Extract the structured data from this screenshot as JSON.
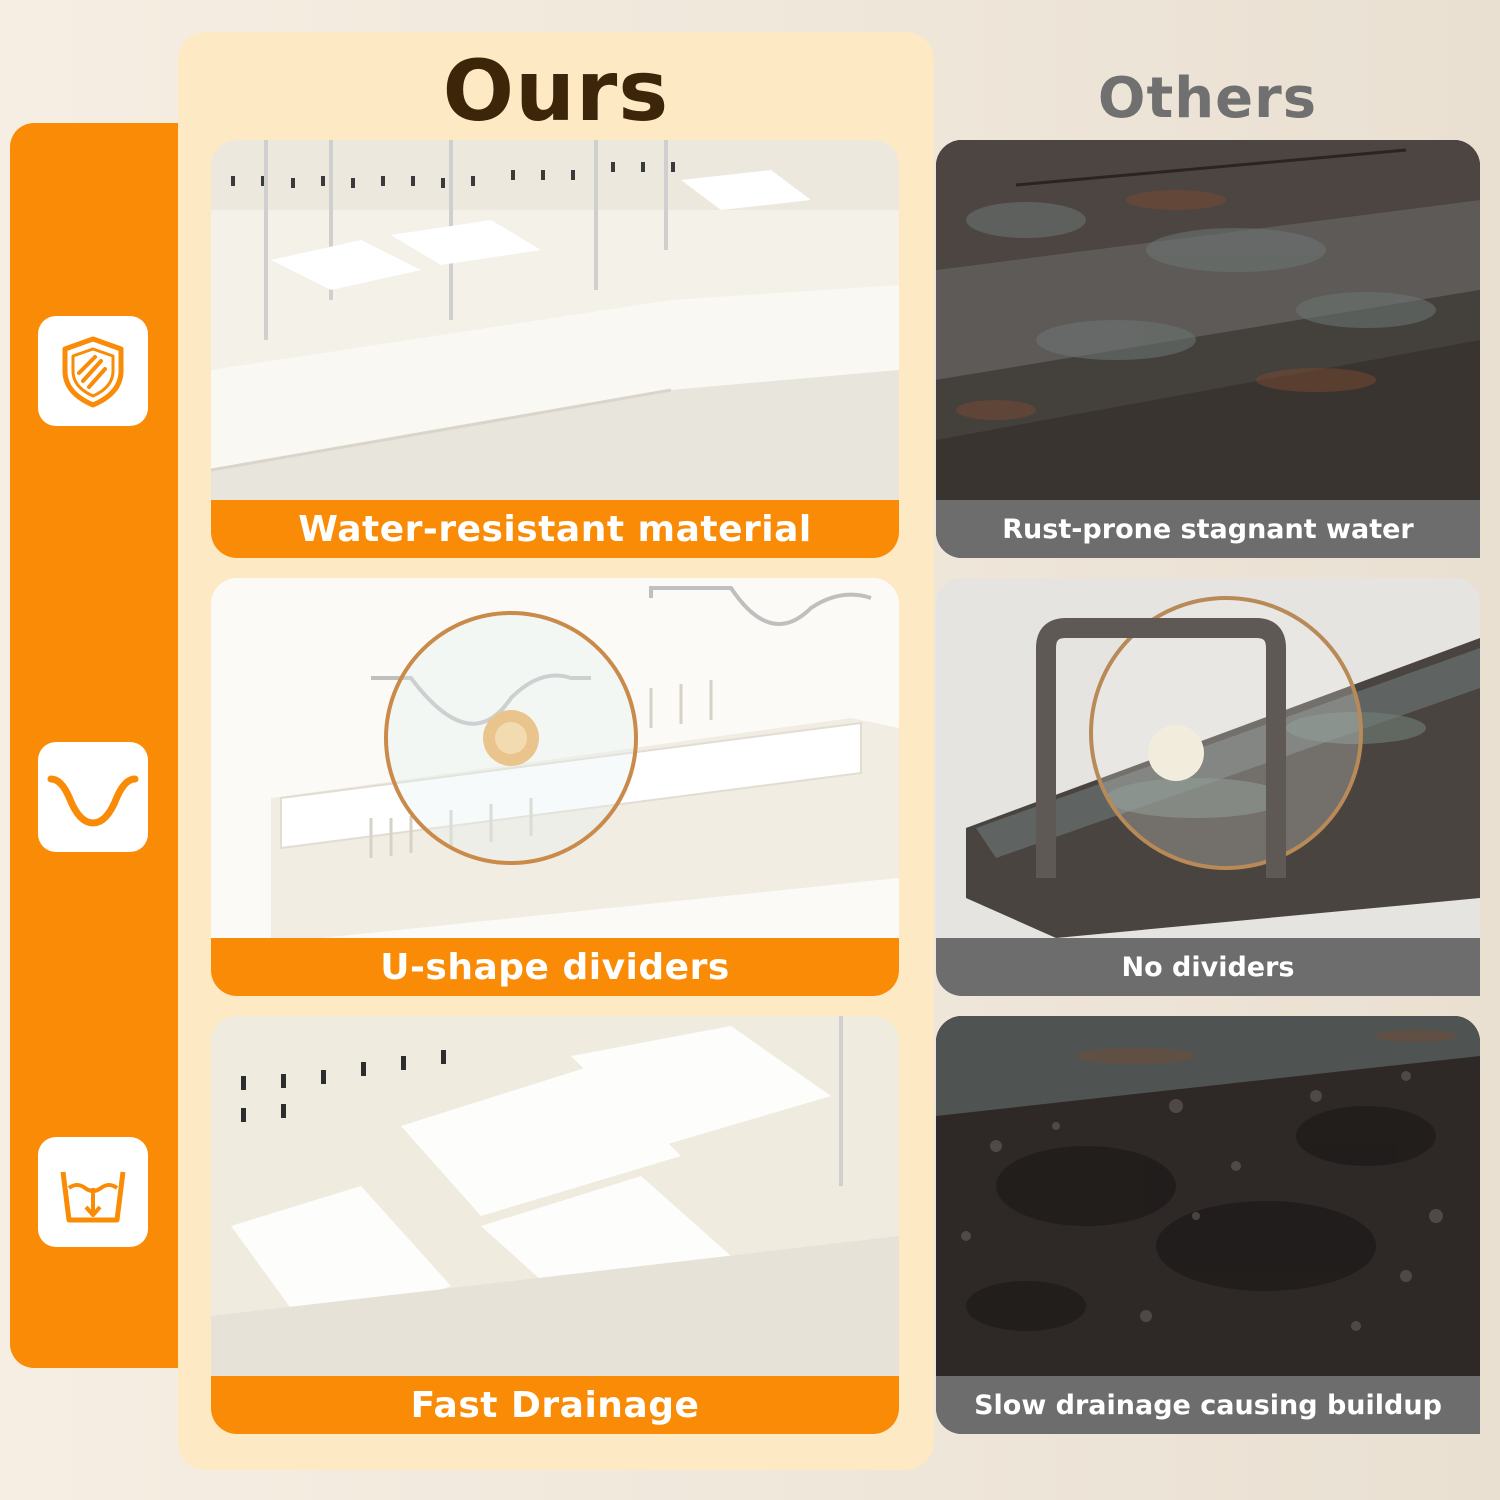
{
  "headings": {
    "ours": "Ours",
    "others": "Others"
  },
  "icons": [
    "shield-icon",
    "u-shape-icon",
    "drain-basin-icon"
  ],
  "colors": {
    "accent": "#f98b06",
    "ours_panel": "#fde9c3",
    "others_caption": "#6d6d6d",
    "ours_heading": "#3d2509",
    "others_heading": "#707070"
  },
  "ours": [
    {
      "caption": "Water-resistant material"
    },
    {
      "caption": "U-shape dividers"
    },
    {
      "caption": "Fast Drainage"
    }
  ],
  "others": [
    {
      "caption": "Rust-prone stagnant water"
    },
    {
      "caption": "No dividers"
    },
    {
      "caption": "Slow drainage causing buildup"
    }
  ]
}
